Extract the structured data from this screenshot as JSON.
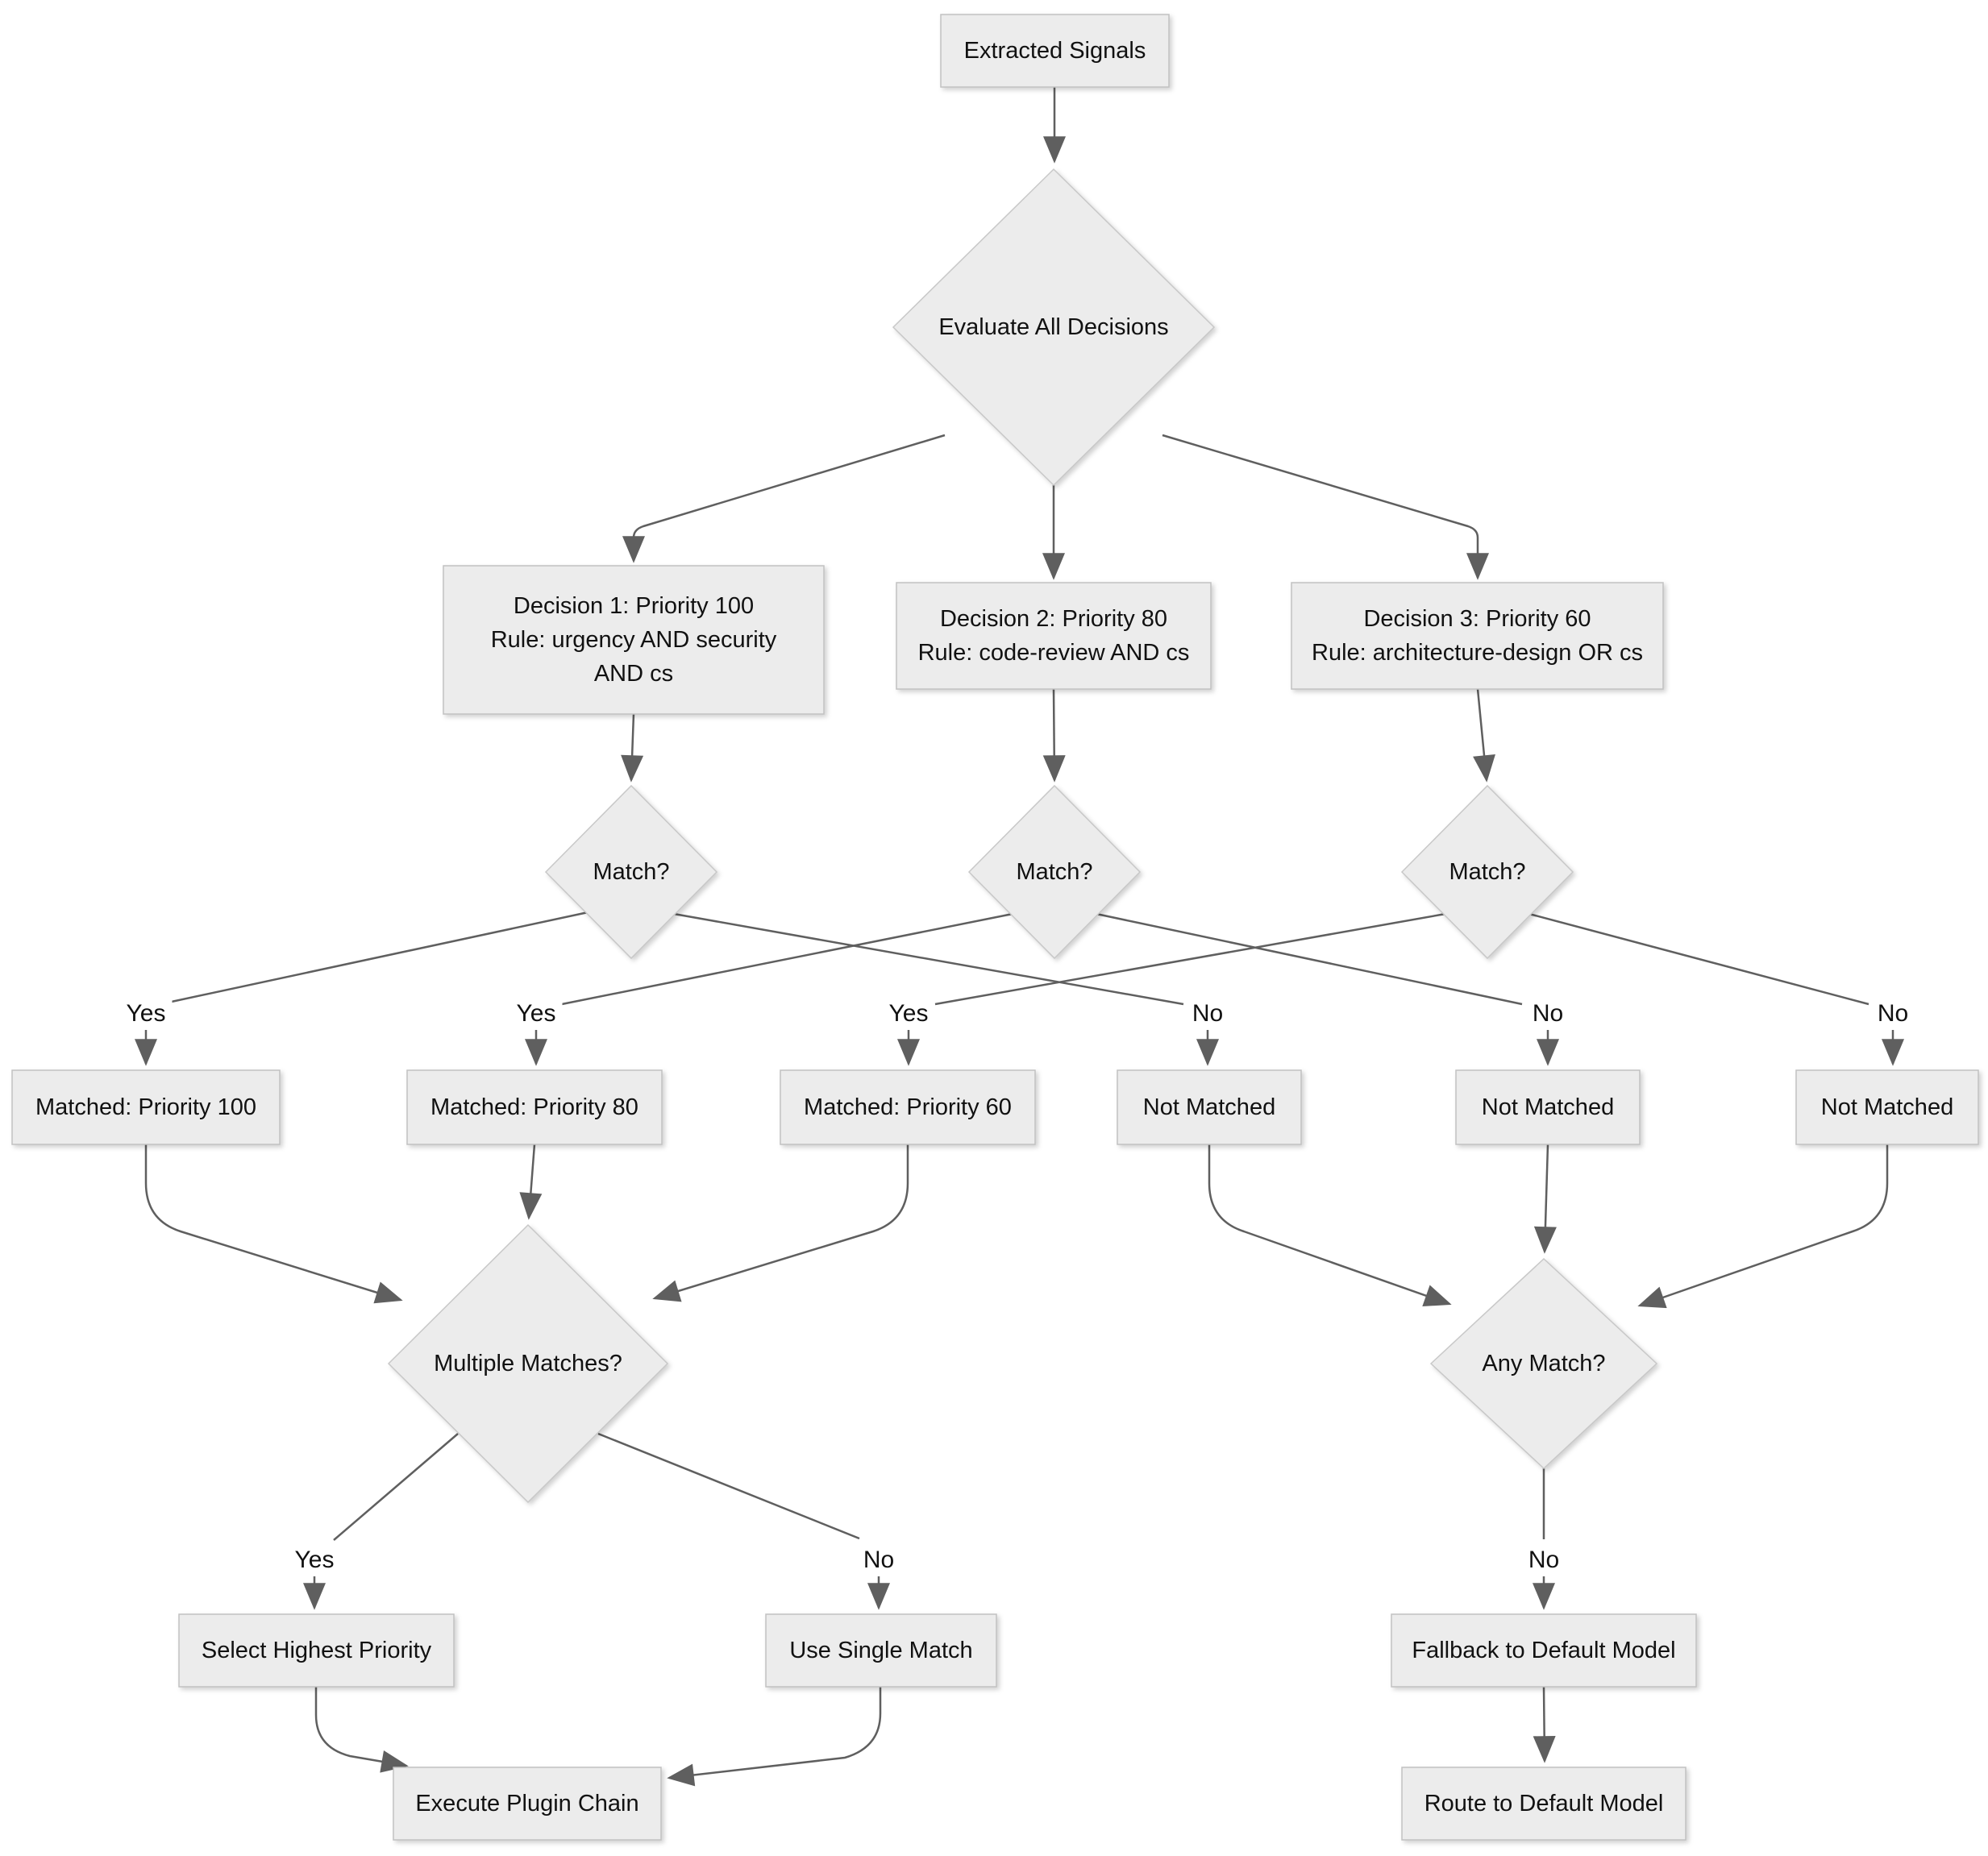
{
  "diagram": {
    "type": "flowchart",
    "colors": {
      "background": "#ffffff",
      "node_fill": "#ececec",
      "node_border": "#c2c2c2",
      "edge_color": "#5f5f5f",
      "text_color": "#111111"
    },
    "nodes": {
      "extracted_signals": {
        "label": "Extracted Signals",
        "shape": "rect"
      },
      "evaluate_all": {
        "label": "Evaluate All Decisions",
        "shape": "diamond"
      },
      "decision1": {
        "label": "Decision 1: Priority 100\nRule: urgency AND security\nAND cs",
        "shape": "rect"
      },
      "decision2": {
        "label": "Decision 2: Priority 80\nRule: code-review AND cs",
        "shape": "rect"
      },
      "decision3": {
        "label": "Decision 3: Priority 60\nRule: architecture-design OR cs",
        "shape": "rect"
      },
      "match1": {
        "label": "Match?",
        "shape": "diamond"
      },
      "match2": {
        "label": "Match?",
        "shape": "diamond"
      },
      "match3": {
        "label": "Match?",
        "shape": "diamond"
      },
      "matched_100": {
        "label": "Matched: Priority 100",
        "shape": "rect"
      },
      "matched_80": {
        "label": "Matched: Priority 80",
        "shape": "rect"
      },
      "matched_60": {
        "label": "Matched: Priority 60",
        "shape": "rect"
      },
      "not_matched_1": {
        "label": "Not Matched",
        "shape": "rect"
      },
      "not_matched_2": {
        "label": "Not Matched",
        "shape": "rect"
      },
      "not_matched_3": {
        "label": "Not Matched",
        "shape": "rect"
      },
      "multiple_matches": {
        "label": "Multiple Matches?",
        "shape": "diamond"
      },
      "any_match": {
        "label": "Any Match?",
        "shape": "diamond"
      },
      "select_highest": {
        "label": "Select Highest Priority",
        "shape": "rect"
      },
      "use_single": {
        "label": "Use Single Match",
        "shape": "rect"
      },
      "fallback_default": {
        "label": "Fallback to Default Model",
        "shape": "rect"
      },
      "execute_chain": {
        "label": "Execute Plugin Chain",
        "shape": "rect"
      },
      "route_default": {
        "label": "Route to Default Model",
        "shape": "rect"
      }
    },
    "edge_labels": {
      "match1_yes": "Yes",
      "match1_no": "No",
      "match2_yes": "Yes",
      "match2_no": "No",
      "match3_yes": "Yes",
      "match3_no": "No",
      "multiple_yes": "Yes",
      "multiple_no": "No",
      "any_no": "No"
    }
  }
}
